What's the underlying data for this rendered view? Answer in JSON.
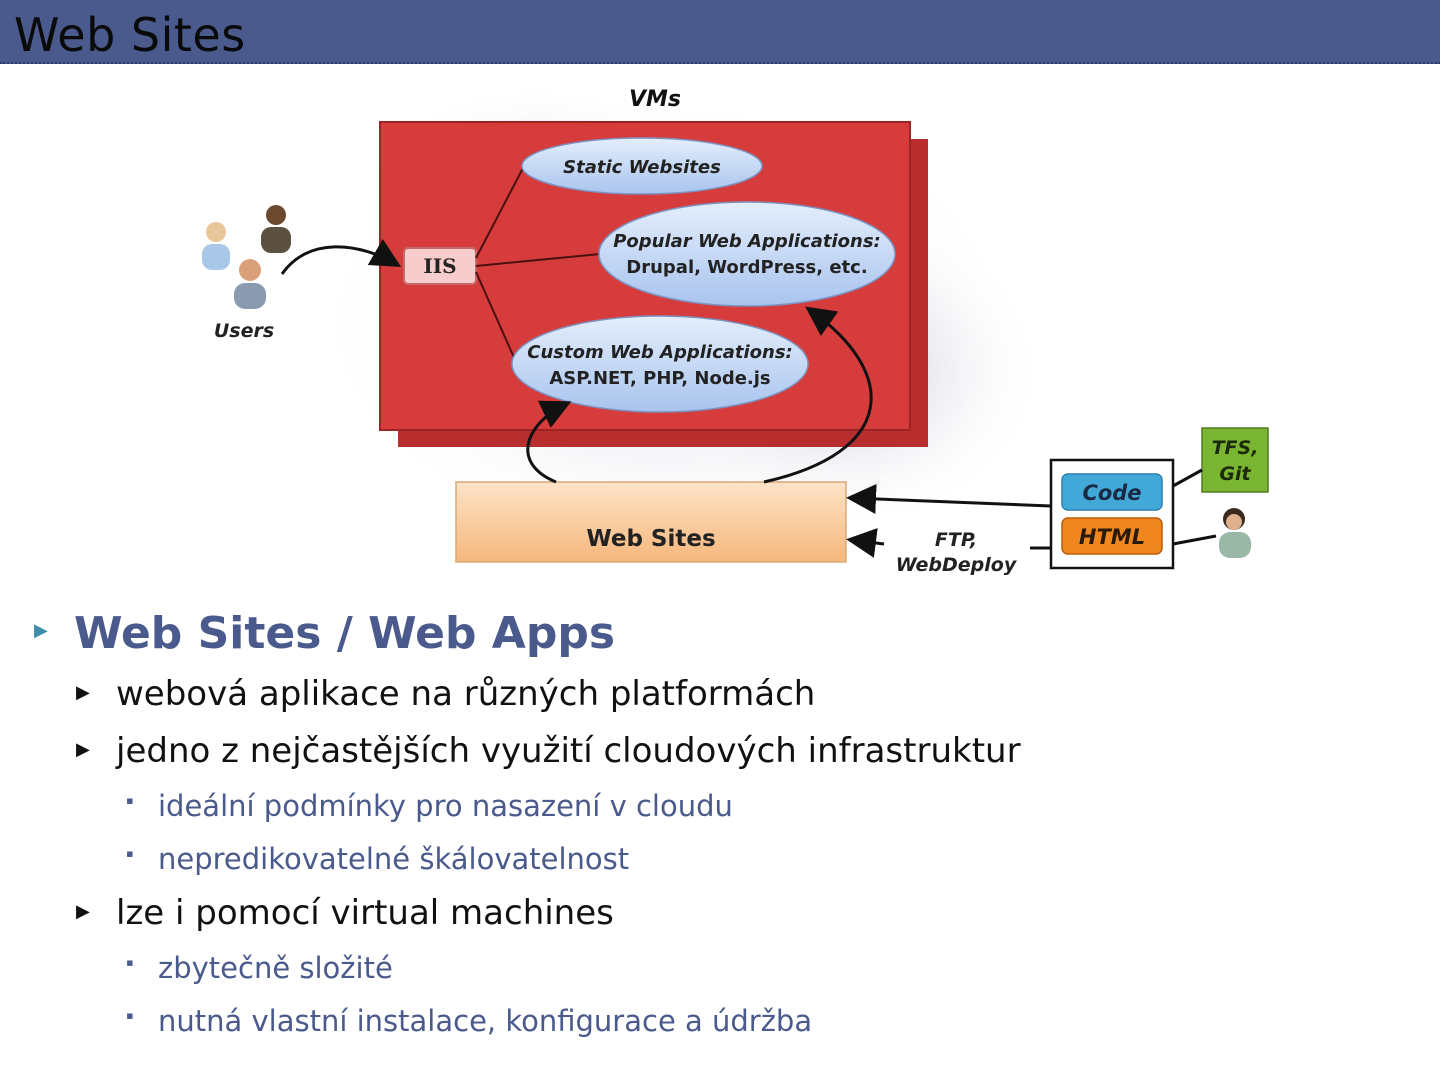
{
  "slide": {
    "title": "Web Sites"
  },
  "diagram": {
    "vms_label": "VMs",
    "users_label": "Users",
    "iis_label": "IIS",
    "static_label": "Static Websites",
    "popular_line1": "Popular Web Applications:",
    "popular_line2": "Drupal, WordPress, etc.",
    "custom_line1": "Custom Web Applications:",
    "custom_line2": "ASP.NET, PHP, Node.js",
    "websites_label": "Web Sites",
    "code_label": "Code",
    "html_label": "HTML",
    "tfs_line1": "TFS,",
    "tfs_line2": "Git",
    "ftp_line1": "FTP,",
    "ftp_line2": "WebDeploy"
  },
  "bullets": {
    "heading": "Web Sites / Web Apps",
    "item1": "webová aplikace na různých platformách",
    "item2": "jedno z nejčastějších využití cloudových infrastruktur",
    "item2_sub1": "ideální podmínky pro nasazení v cloudu",
    "item2_sub2": "nepredikovatelné škálovatelnost",
    "item3": "lze i pomocí virtual machines",
    "item3_sub1": "zbytečně složité",
    "item3_sub2": "nutná vlastní instalace, konfigurace a údržba"
  },
  "colors": {
    "title_bar": "#4a5a8c",
    "vm_red": "#d63c3c",
    "ellipse_blue": "#bcd4f2",
    "websites_orange": "#f8c89a",
    "code_blue": "#41a8d8",
    "html_orange": "#f0861e",
    "tfs_green": "#7ab531"
  }
}
